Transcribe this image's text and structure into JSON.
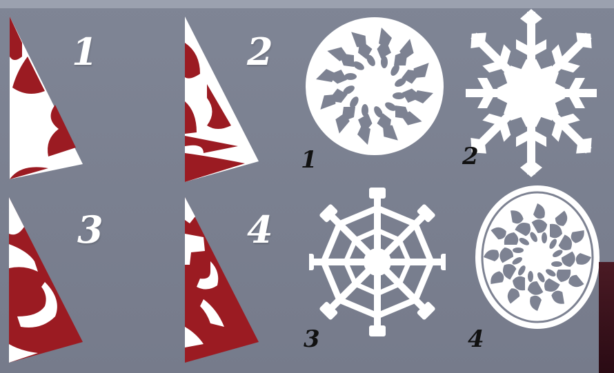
{
  "folded_templates": [
    {
      "number": "1"
    },
    {
      "number": "2"
    },
    {
      "number": "3"
    },
    {
      "number": "4"
    }
  ],
  "snowflakes": [
    {
      "number": "1"
    },
    {
      "number": "2"
    },
    {
      "number": "3"
    },
    {
      "number": "4"
    }
  ],
  "colors": {
    "background": "#7a7f8f",
    "paper": "#ffffff",
    "cutout": "#9b1b22",
    "label_white": "#ffffff",
    "label_black": "#111111"
  }
}
